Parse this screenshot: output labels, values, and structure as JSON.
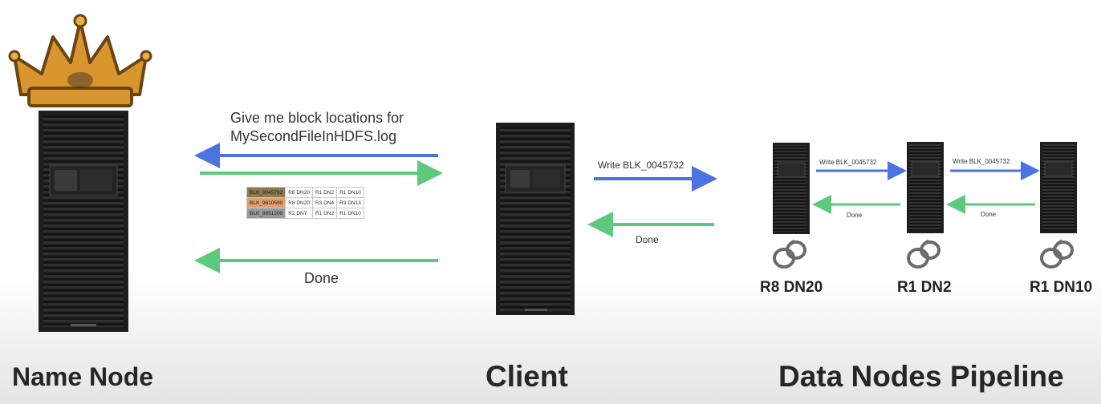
{
  "name_node": {
    "label": "Name Node"
  },
  "client": {
    "label": "Client"
  },
  "pipeline": {
    "label": "Data Nodes Pipeline"
  },
  "messages": {
    "request_line1": "Give me block locations for",
    "request_line2": "MySecondFileInHDFS.log",
    "done_namenode": "Done",
    "write_client": "Write BLK_0045732",
    "done_client": "Done",
    "write_dn1": "Write BLK_0045732",
    "done_dn1": "Done",
    "write_dn2": "Write BLK_0045732",
    "done_dn2": "Done"
  },
  "block_table": {
    "rows": [
      [
        "BLK_0045732",
        "R8 DN20",
        "R1 DN2",
        "R1 DN10"
      ],
      [
        "BLK_9610590",
        "R8 DN20",
        "R3 DN4",
        "R3 DN13"
      ],
      [
        "BLK_8851209",
        "R2 DN7",
        "R1 DN2",
        "R1 DN10"
      ]
    ],
    "row_colors": [
      "#8a7a4e",
      "#e0a070",
      "#9a9a9a"
    ]
  },
  "data_nodes": [
    {
      "label": "R8 DN20"
    },
    {
      "label": "R1 DN2"
    },
    {
      "label": "R1 DN10"
    }
  ],
  "colors": {
    "request_arrow": "#4a72e0",
    "response_arrow": "#5cc97c",
    "crown": "#d9962e"
  },
  "icons": [
    "crown-icon",
    "server-tower-icon",
    "handcuffs-icon"
  ]
}
